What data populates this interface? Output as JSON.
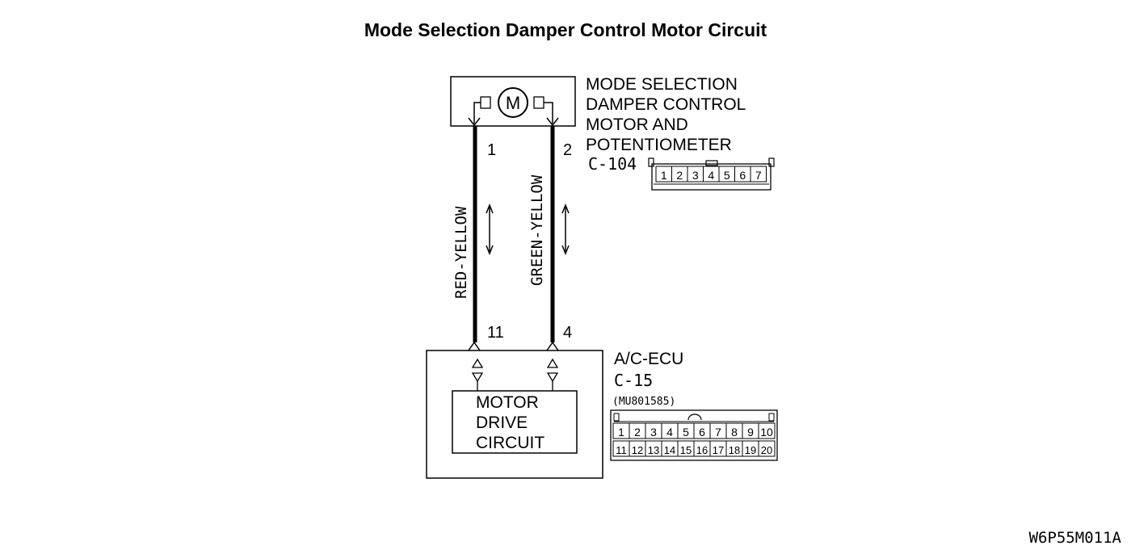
{
  "title": "Mode Selection Damper Control Motor  Circuit",
  "motor_component": {
    "name_lines": [
      "MODE SELECTION",
      "DAMPER CONTROL",
      "MOTOR AND",
      "POTENTIOMETER"
    ],
    "motor_symbol": "M",
    "connector_id": "C-104",
    "pins": [
      "1",
      "2",
      "3",
      "4",
      "5",
      "6",
      "7"
    ]
  },
  "wires": [
    {
      "from_pin": "1",
      "to_pin": "11",
      "color": "RED-YELLOW"
    },
    {
      "from_pin": "2",
      "to_pin": "4",
      "color": "GREEN-YELLOW"
    }
  ],
  "ecu": {
    "name": "A/C-ECU",
    "connector_id": "C-15",
    "part_number": "(MU801585)",
    "inner_label_lines": [
      "MOTOR",
      "DRIVE",
      "CIRCUIT"
    ],
    "pins_row1": [
      "1",
      "2",
      "3",
      "4",
      "5",
      "6",
      "7",
      "8",
      "9",
      "10"
    ],
    "pins_row2": [
      "11",
      "12",
      "13",
      "14",
      "15",
      "16",
      "17",
      "18",
      "19",
      "20"
    ]
  },
  "drawing_code": "W6P55M011A"
}
